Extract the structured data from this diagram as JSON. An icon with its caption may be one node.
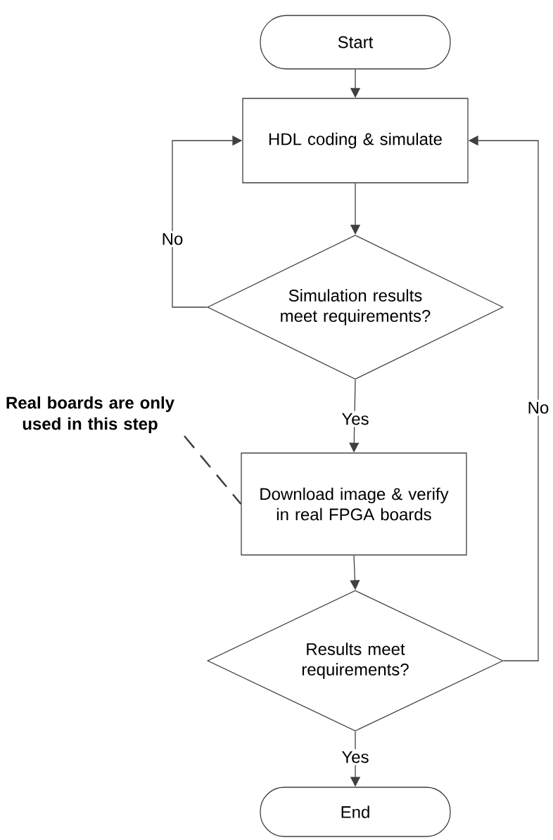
{
  "diagram": {
    "nodes": [
      {
        "text": [
          "Start"
        ]
      },
      {
        "text": [
          "HDL coding & simulate"
        ]
      },
      {
        "text": [
          "Simulation results meet requirements?"
        ]
      },
      {
        "text": [
          "Download image & verify in real FPGA boards"
        ]
      },
      {
        "text": [
          "Results meet requirements?"
        ]
      },
      {
        "text": [
          "End"
        ]
      },
      {
        "text": [
          "Real boards are only used in this step"
        ]
      }
    ],
    "edges": [
      {
        "from": 0,
        "to": 1,
        "arrow": "to"
      },
      {
        "from": 1,
        "to": 2,
        "arrow": "to"
      },
      {
        "from": 2,
        "to": 1,
        "arrow": "to",
        "label": "No"
      },
      {
        "from": 2,
        "to": 3,
        "arrow": "to",
        "label": "Yes"
      },
      {
        "from": 3,
        "to": 4,
        "arrow": "to"
      },
      {
        "from": 4,
        "to": 1,
        "arrow": "to",
        "label": "No"
      },
      {
        "from": 4,
        "to": 5,
        "arrow": "to",
        "label": "Yes"
      },
      {
        "from": 6,
        "to": 3,
        "arrow": "none",
        "style": "dashed"
      }
    ]
  }
}
